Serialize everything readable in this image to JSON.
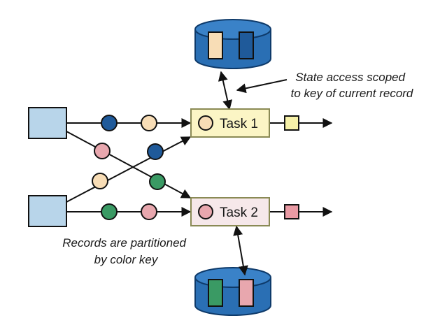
{
  "tasks": {
    "task1": {
      "label": "Task 1"
    },
    "task2": {
      "label": "Task 2"
    }
  },
  "annotations": {
    "state_access": [
      "State access scoped",
      "to key of current record"
    ],
    "partitioned": [
      "Records are partitioned",
      "by color key"
    ]
  },
  "colors": {
    "source_fill": "#b8d5ea",
    "dark_blue": "#1f5a9a",
    "peach": "#f8ddb6",
    "pink": "#e8a7ae",
    "green": "#3a9a64",
    "task1_fill": "#fbf5c5",
    "task2_fill": "#f6e8ea",
    "task_stroke": "#8a8a55",
    "state_store": "#2a6fb4",
    "output_yellow": "#f6f1a8",
    "output_pink": "#e99aa4",
    "line": "#111111"
  }
}
